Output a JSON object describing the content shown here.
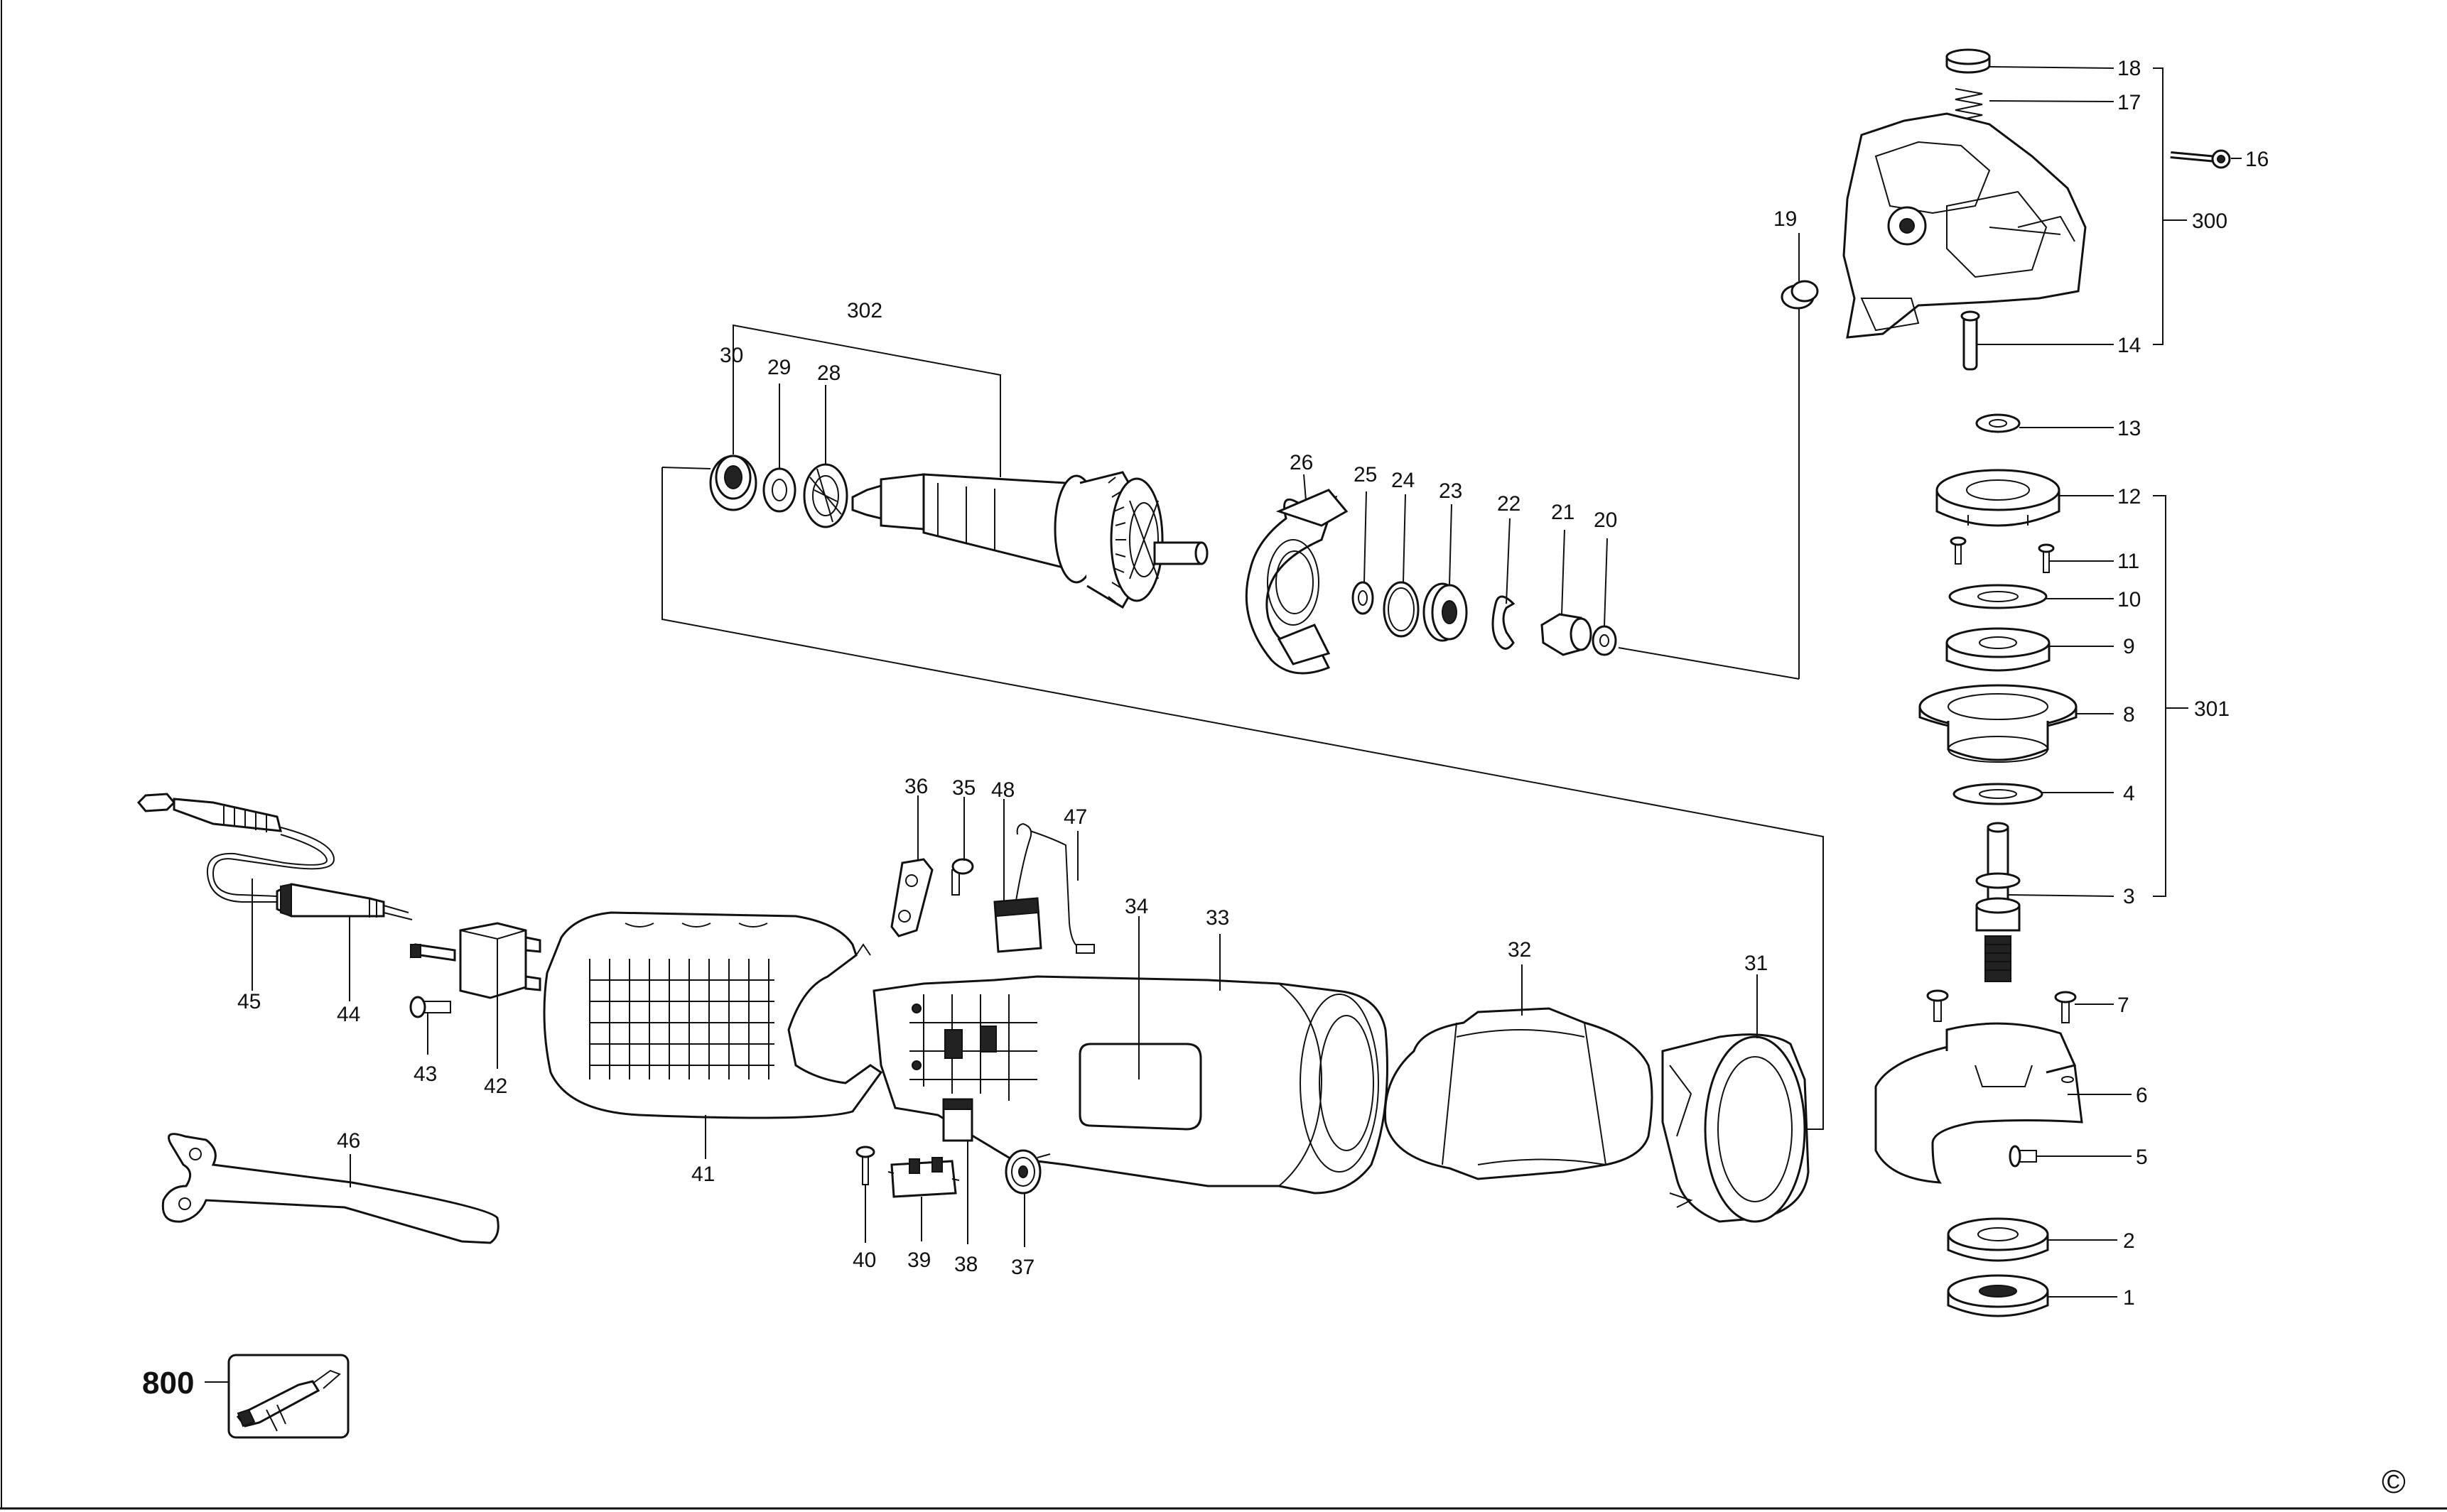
{
  "diagram": {
    "labels": {
      "p1": "1",
      "p2": "2",
      "p3": "3",
      "p4": "4",
      "p5": "5",
      "p6": "6",
      "p7": "7",
      "p8": "8",
      "p9": "9",
      "p10": "10",
      "p11": "11",
      "p12": "12",
      "p13": "13",
      "p14": "14",
      "p16": "16",
      "p17": "17",
      "p18": "18",
      "p19": "19",
      "p20": "20",
      "p21": "21",
      "p22": "22",
      "p23": "23",
      "p24": "24",
      "p25": "25",
      "p26": "26",
      "p28": "28",
      "p29": "29",
      "p30": "30",
      "p31": "31",
      "p32": "32",
      "p33": "33",
      "p34": "34",
      "p35": "35",
      "p36": "36",
      "p37": "37",
      "p38": "38",
      "p39": "39",
      "p40": "40",
      "p41": "41",
      "p42": "42",
      "p43": "43",
      "p44": "44",
      "p45": "45",
      "p46": "46",
      "p47": "47",
      "p48": "48",
      "p300": "300",
      "p301": "301",
      "p302": "302",
      "p800": "800"
    },
    "copyright": "©"
  }
}
